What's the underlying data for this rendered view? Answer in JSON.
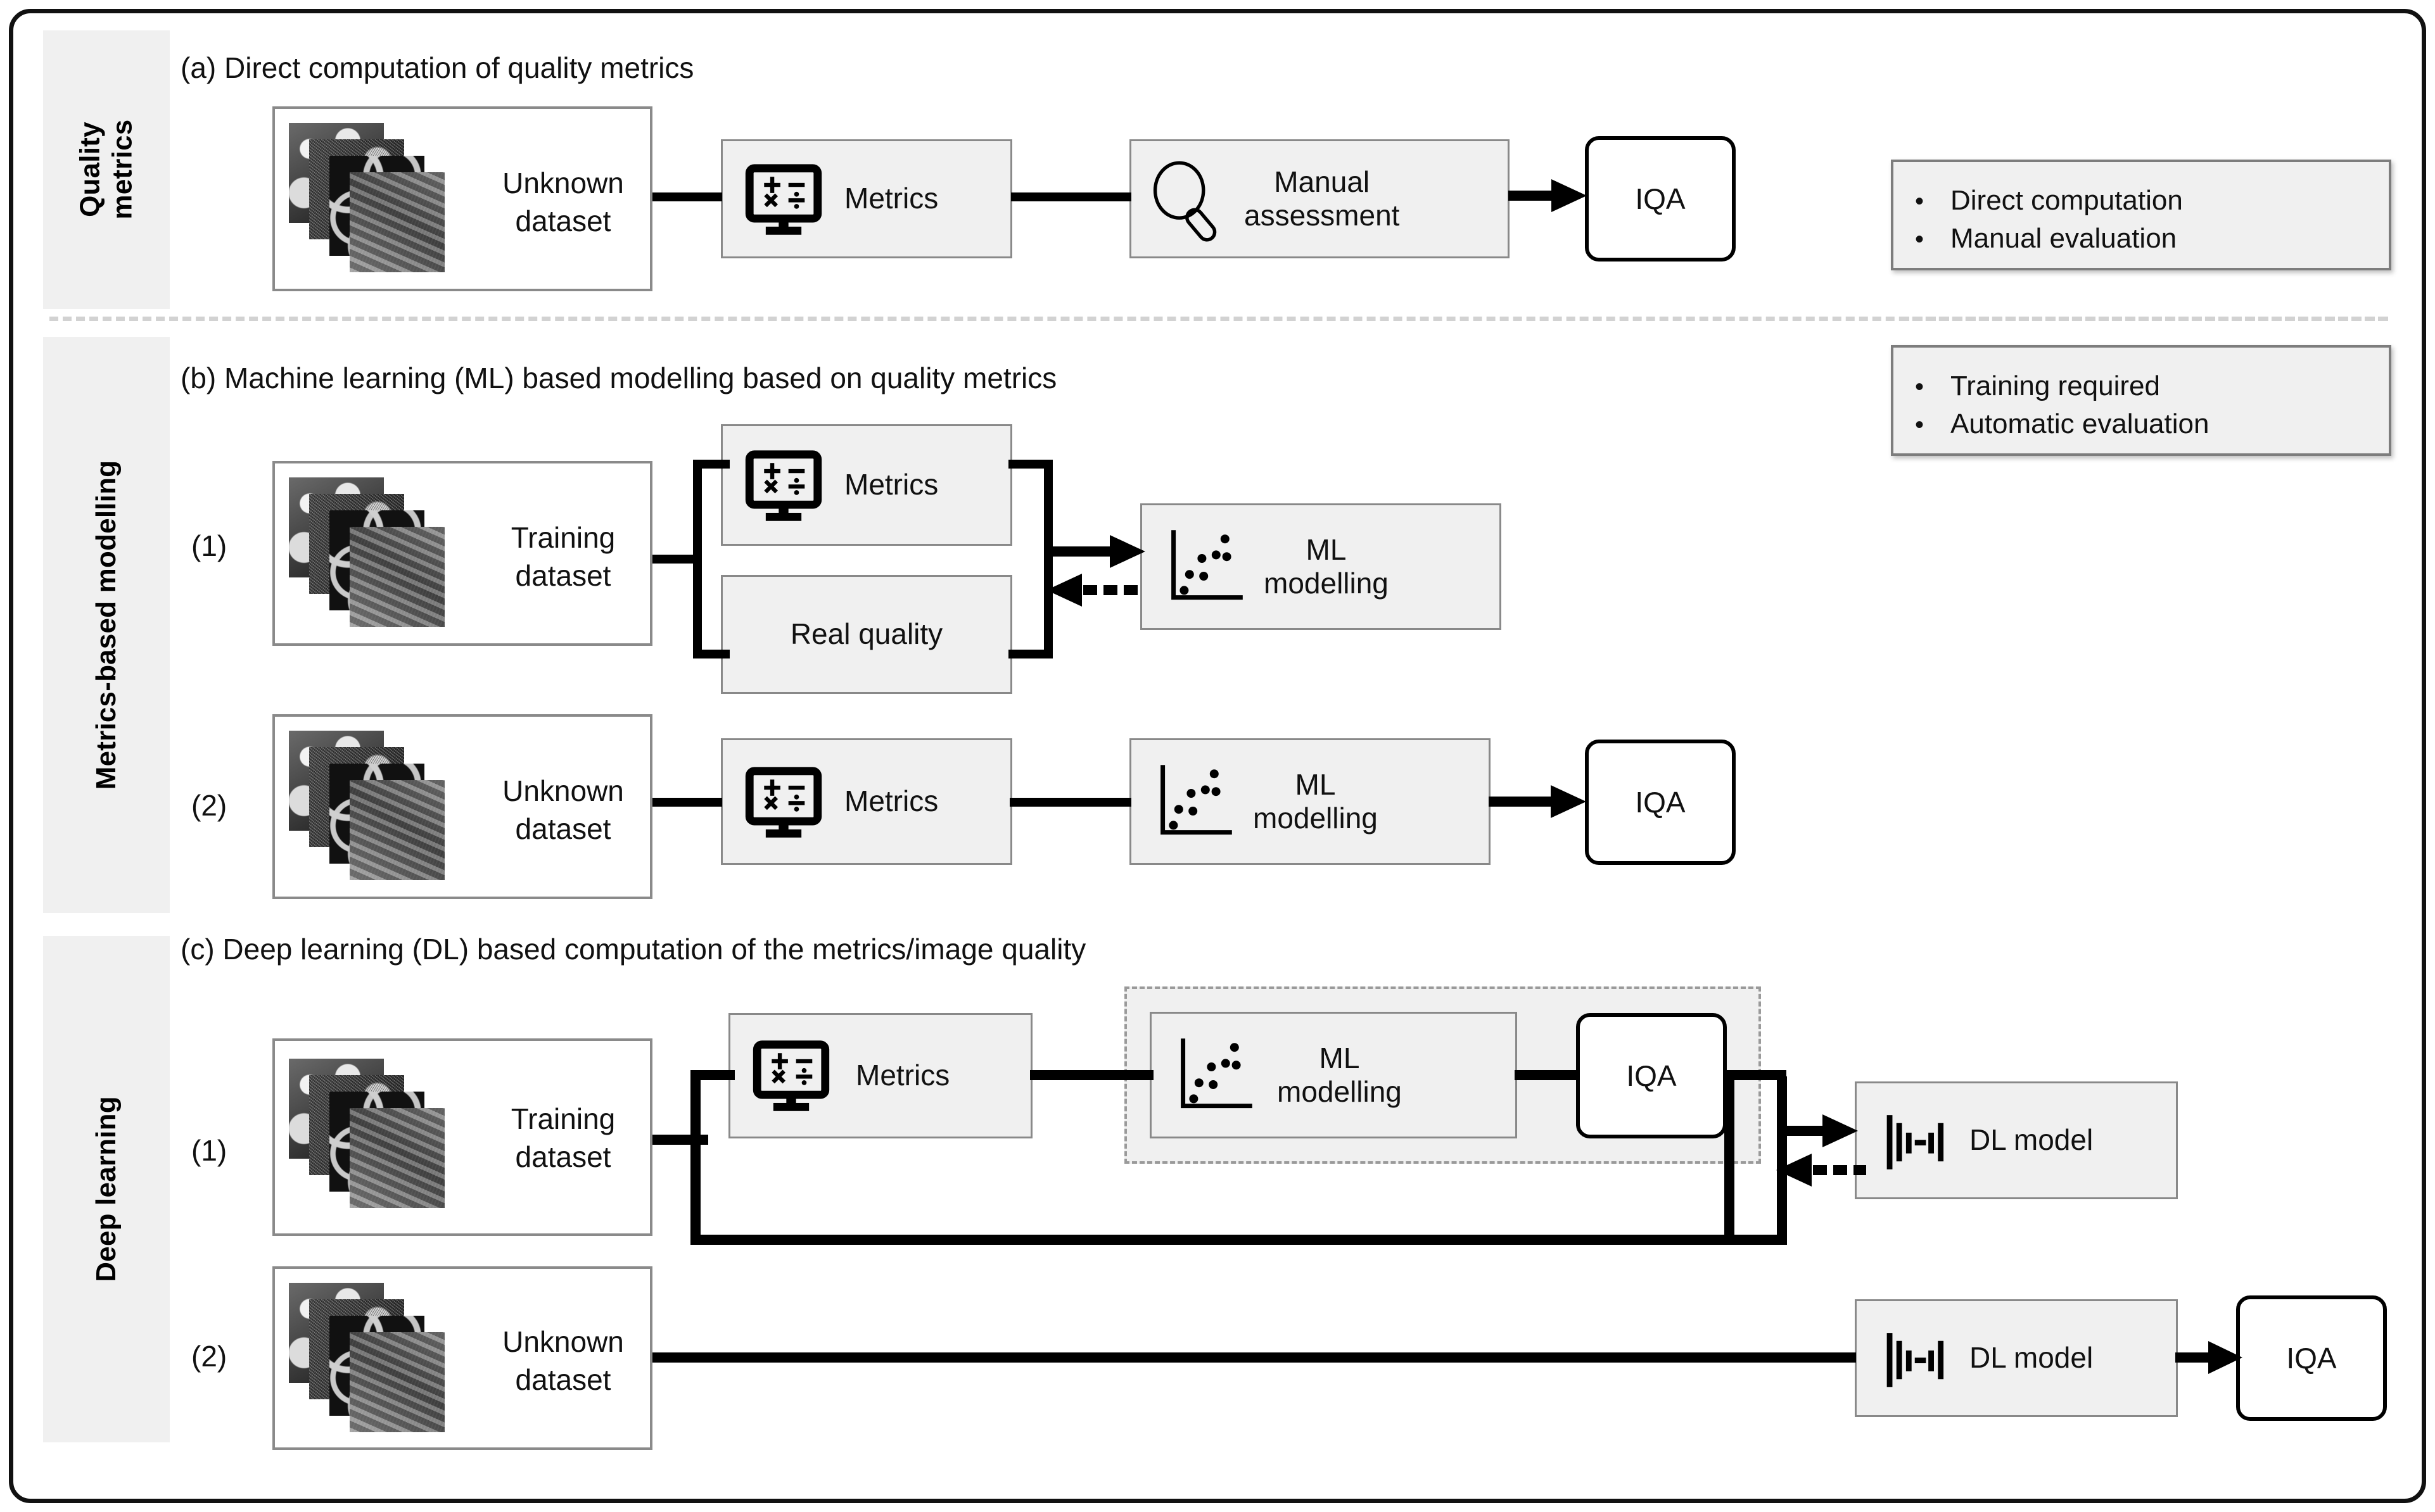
{
  "sections": [
    {
      "id": "a",
      "sidebar_label": "Quality\nmetrics",
      "heading": "(a) Direct computation of quality metrics",
      "rows": [
        {
          "index_label": "",
          "dataset_label": "Unknown\ndataset",
          "nodes": [
            "Metrics",
            "Manual\nassessment",
            "IQA"
          ]
        }
      ]
    },
    {
      "id": "b",
      "sidebar_label": "Metrics-based modelling",
      "heading": "(b) Machine learning (ML) based modelling based on quality metrics",
      "rows": [
        {
          "index_label": "(1)",
          "dataset_label": "Training\ndataset",
          "nodes": [
            "Metrics",
            "Real quality",
            "ML\nmodelling"
          ]
        },
        {
          "index_label": "(2)",
          "dataset_label": "Unknown\ndataset",
          "nodes": [
            "Metrics",
            "ML\nmodelling",
            "IQA"
          ]
        }
      ]
    },
    {
      "id": "c",
      "sidebar_label": "Deep learning",
      "heading": "(c) Deep learning (DL) based computation of the metrics/image quality",
      "rows": [
        {
          "index_label": "(1)",
          "dataset_label": "Training\ndataset",
          "nodes": [
            "Metrics",
            "ML\nmodelling",
            "IQA",
            "DL model"
          ]
        },
        {
          "index_label": "(2)",
          "dataset_label": "Unknown\ndataset",
          "nodes": [
            "DL model",
            "IQA"
          ]
        }
      ]
    }
  ],
  "labels": {
    "metrics": "Metrics",
    "manual_assessment": "Manual\nassessment",
    "iqa": "IQA",
    "real_quality": "Real quality",
    "ml_modelling": "ML\nmodelling",
    "dl_model": "DL model",
    "training_dataset": "Training\ndataset",
    "unknown_dataset": "Unknown\ndataset",
    "row1": "(1)",
    "row2": "(2)"
  },
  "legends": [
    {
      "id": "quality-metrics-legend",
      "bullet": "•",
      "items": [
        "Direct computation",
        "Manual evaluation"
      ]
    },
    {
      "id": "ml-legend",
      "bullet": "•",
      "items": [
        "Training required",
        "Automatic evaluation"
      ]
    }
  ],
  "colors": {
    "box_fill": "#f0f0f0",
    "box_border": "#898989",
    "frame": "#111111",
    "connector": "#000000",
    "separator": "#d2d2d2",
    "sidebar_fill": "#f0f0f0"
  },
  "icons": {
    "metrics": "monitor-calculator-icon",
    "manual": "magnifier-icon",
    "ml": "scatter-plot-icon",
    "dl": "neural-bars-icon"
  }
}
